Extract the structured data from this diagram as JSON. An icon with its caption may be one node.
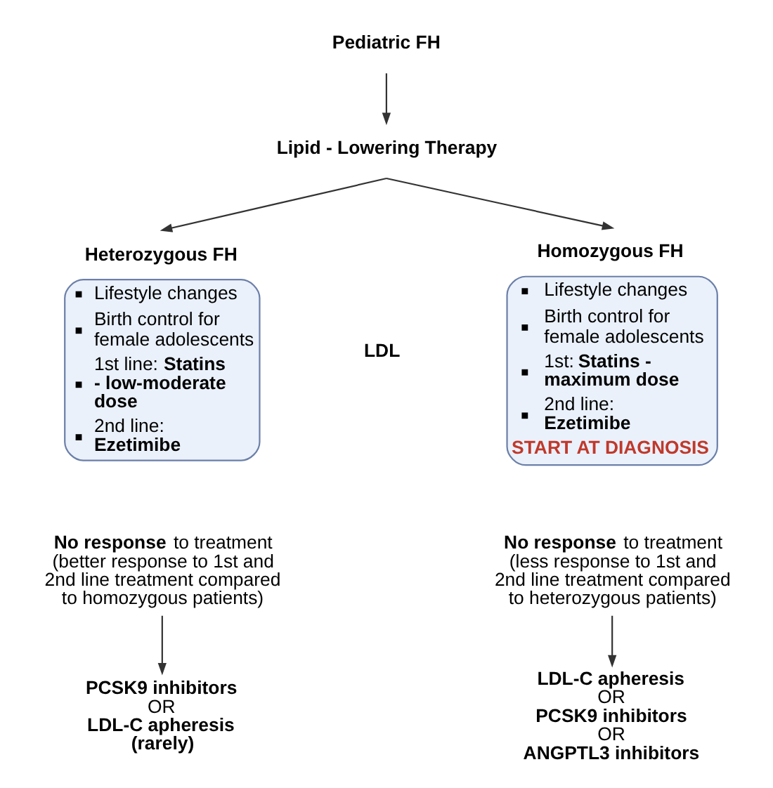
{
  "diagram": {
    "nodes": [
      {
        "text": [
          "Pediatric FH"
        ]
      },
      {
        "text": [
          "Lipid - Lowering Therapy"
        ]
      },
      {
        "text": [
          "Heterozygous FH",
          "Lifestyle changes",
          "Birth control for female adolescents",
          "1st line: **Statins - low-moderate dose**",
          "2nd line: **Ezetimibe**"
        ]
      },
      {
        "text": [
          "Homozygous FH",
          "Lifestyle changes",
          "Birth control for female adolescents",
          "1st: **Statins - maximum dose**",
          "2nd line: **Ezetimibe**",
          "START AT DIAGNOSIS"
        ]
      },
      {
        "text": [
          "**No response** to treatment (better response to 1st and 2nd line treatment compared to homozygous patients)"
        ]
      },
      {
        "text": [
          "**No response** to treatment (less response to 1st and 2nd line treatment compared to heterozygous patients)"
        ]
      },
      {
        "text": [
          "PCSK9 inhibitors",
          "OR",
          "LDL-C apheresis (rarely)"
        ]
      },
      {
        "text": [
          "LDL-C apheresis",
          "OR",
          "PCSK9 inhibitors",
          "OR",
          "ANGPTL3 inhibitors"
        ]
      }
    ],
    "edges": [
      {
        "from": 0,
        "to": 1,
        "arrow": "to"
      },
      {
        "from": 1,
        "to": 2,
        "arrow": "to"
      },
      {
        "from": 1,
        "to": 3,
        "arrow": "to"
      },
      {
        "from": 4,
        "to": 6,
        "arrow": "to"
      },
      {
        "from": 5,
        "to": 7,
        "arrow": "to"
      }
    ],
    "labels": [
      "LDL"
    ]
  }
}
